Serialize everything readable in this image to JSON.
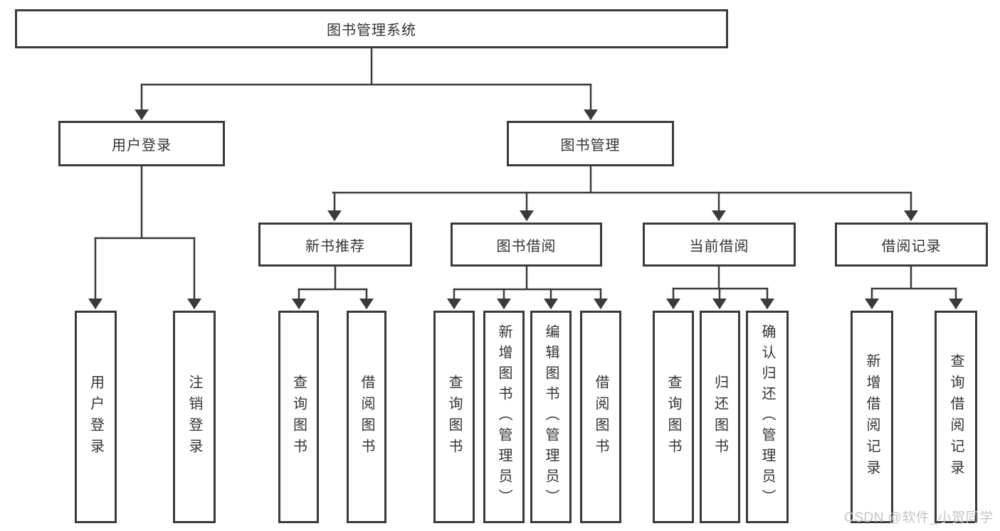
{
  "diagram_title": "图书管理系统",
  "tree": {
    "label": "图书管理系统",
    "children": [
      {
        "label": "用户登录",
        "children": [
          {
            "label": "用户登录"
          },
          {
            "label": "注销登录"
          }
        ]
      },
      {
        "label": "图书管理",
        "children": [
          {
            "label": "新书推荐",
            "children": [
              {
                "label": "查询图书"
              },
              {
                "label": "借阅图书"
              }
            ]
          },
          {
            "label": "图书借阅",
            "children": [
              {
                "label": "查询图书"
              },
              {
                "label": "新增图书（管理员）"
              },
              {
                "label": "编辑图书（管理员）"
              },
              {
                "label": "借阅图书"
              }
            ]
          },
          {
            "label": "当前借阅",
            "children": [
              {
                "label": "查询图书"
              },
              {
                "label": "归还图书"
              },
              {
                "label": "确认归还（管理员）"
              }
            ]
          },
          {
            "label": "借阅记录",
            "children": [
              {
                "label": "新增借阅记录"
              },
              {
                "label": "查询借阅记录"
              }
            ]
          }
        ]
      }
    ]
  },
  "watermark": "CSDN @软件_小贺同学",
  "colors": {
    "line": "#3a3a3a",
    "text": "#333333",
    "watermark": "#c6c6c6",
    "background": "#ffffff"
  }
}
